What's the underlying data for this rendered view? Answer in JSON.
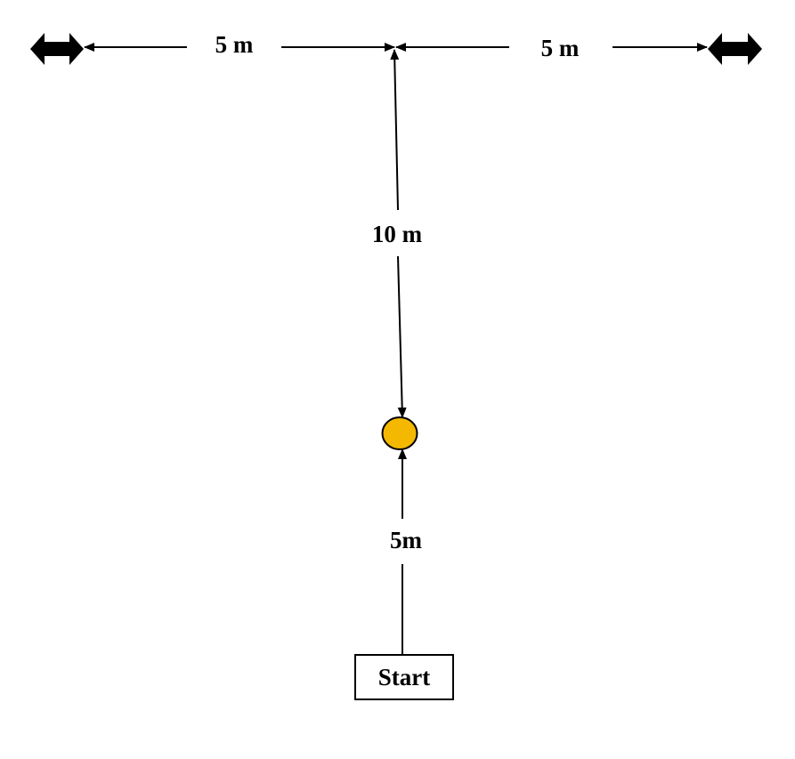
{
  "labels": {
    "left_distance": "5 m",
    "right_distance": "5 m",
    "vertical_distance": "10 m",
    "start_distance": "5m",
    "start": "Start"
  },
  "colors": {
    "cone": "#f5b800",
    "cone_outline": "#000000",
    "line": "#000000",
    "marker": "#000000"
  },
  "icons": {
    "left_marker": "double-arrow-icon",
    "right_marker": "double-arrow-icon",
    "cone": "circle-icon"
  }
}
